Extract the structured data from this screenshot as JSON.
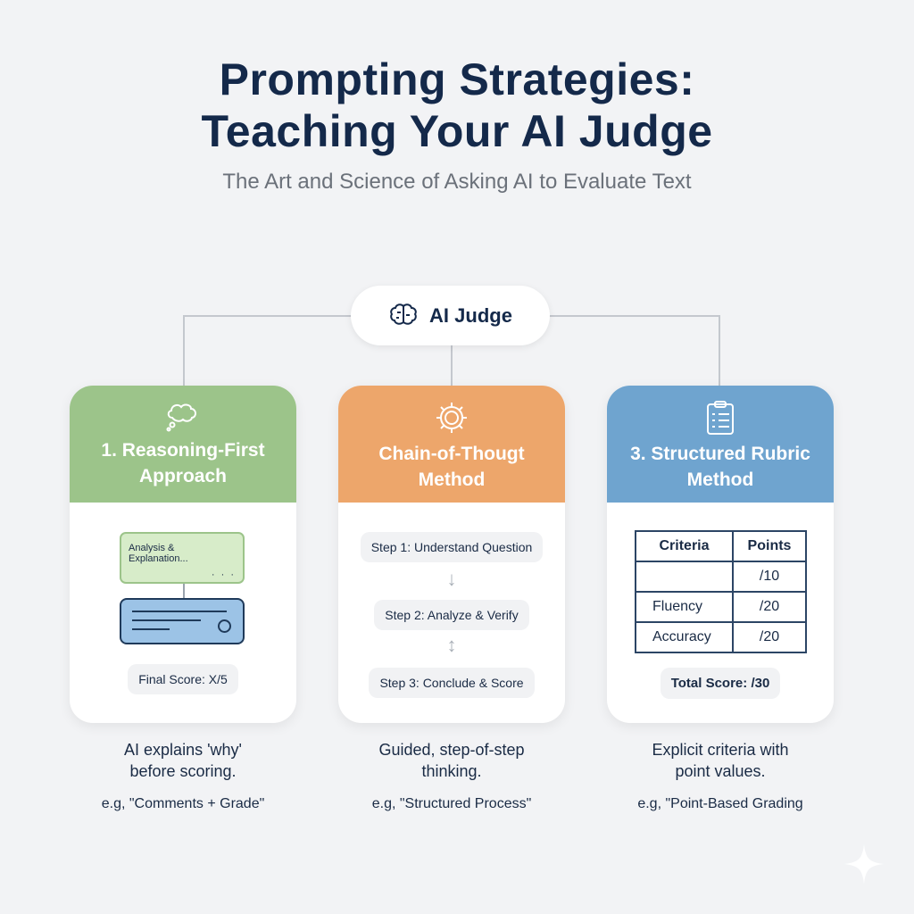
{
  "title": {
    "line1": "Prompting Strategies:",
    "line2": "Teaching Your AI Judge",
    "subtitle": "The Art and Science of Asking AI to Evaluate Text"
  },
  "hub": {
    "label": "AI Judge",
    "icon": "brain-icon"
  },
  "colors": {
    "green": "#9cc48a",
    "orange": "#eda66b",
    "blue": "#6fa4cf",
    "title": "#14294a"
  },
  "cards": [
    {
      "title_line1": "1. Reasoning-First",
      "title_line2": "Approach",
      "icon": "thought-bubble-icon",
      "bubble_text": "Analysis & Explanation...",
      "bubble_dots": "· · ·",
      "score": "Final Score: X/5",
      "caption_line1": "AI explains 'why'",
      "caption_line2": "before scoring.",
      "example": "e.g, \"Comments + Grade\""
    },
    {
      "title_line1": "Chain-of-Thougt",
      "title_line2": "Method",
      "icon": "gear-icon",
      "steps": [
        "Step 1: Understand Question",
        "Step 2: Analyze & Verify",
        "Step 3: Conclude & Score"
      ],
      "caption_line1": "Guided, step-of-step",
      "caption_line2": "thinking.",
      "example": "e.g, \"Structured Process\""
    },
    {
      "title_line1": "3. Structured Rubric",
      "title_line2": "Method",
      "icon": "clipboard-icon",
      "table": {
        "headers": [
          "Criteria",
          "Points"
        ],
        "rows": [
          [
            "",
            "/10"
          ],
          [
            "Fluency",
            "/20"
          ],
          [
            "Accuracy",
            "/20"
          ]
        ]
      },
      "total": "Total Score: /30",
      "caption_line1": "Explicit criteria with",
      "caption_line2": "point values.",
      "example": "e.g, \"Point-Based Grading"
    }
  ]
}
